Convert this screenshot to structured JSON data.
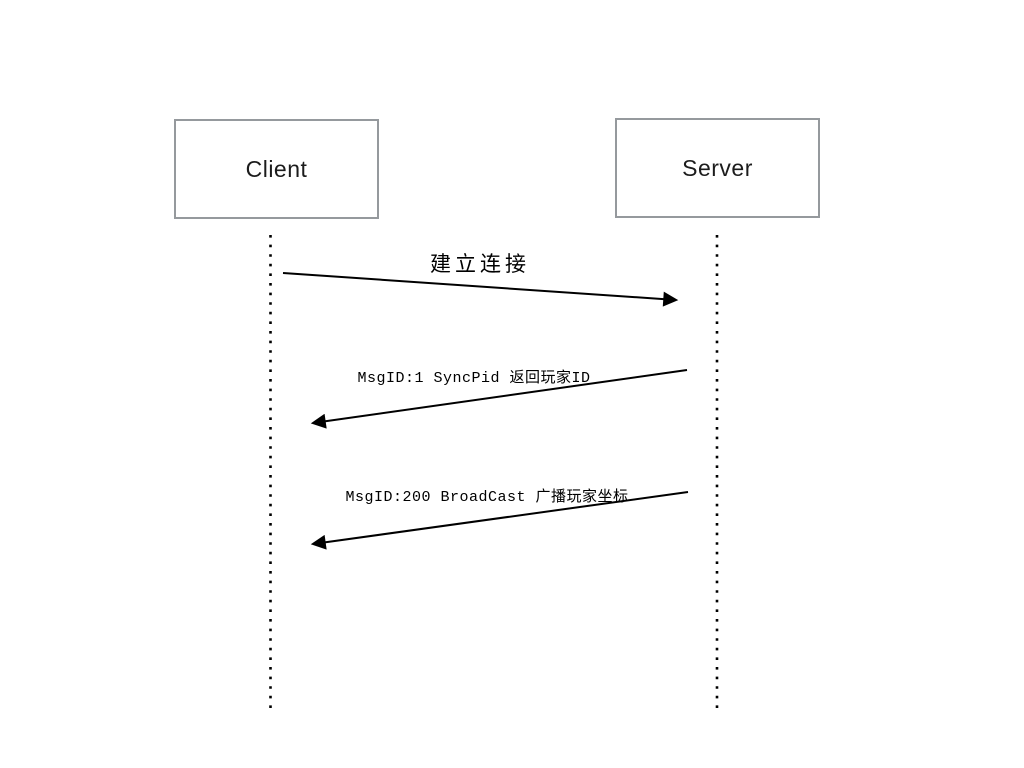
{
  "diagram": {
    "actors": [
      {
        "id": "client",
        "label": "Client"
      },
      {
        "id": "server",
        "label": "Server"
      }
    ],
    "messages": [
      {
        "label": "建立连接",
        "from": "Client",
        "to": "Server"
      },
      {
        "label": "MsgID:1 SyncPid 返回玩家ID",
        "from": "Server",
        "to": "Client"
      },
      {
        "label": "MsgID:200 BroadCast 广播玩家坐标",
        "from": "Server",
        "to": "Client"
      }
    ],
    "colors": {
      "background": "#ffffff",
      "box_border": "#95999d",
      "line": "#000000",
      "text": "#000000"
    }
  }
}
